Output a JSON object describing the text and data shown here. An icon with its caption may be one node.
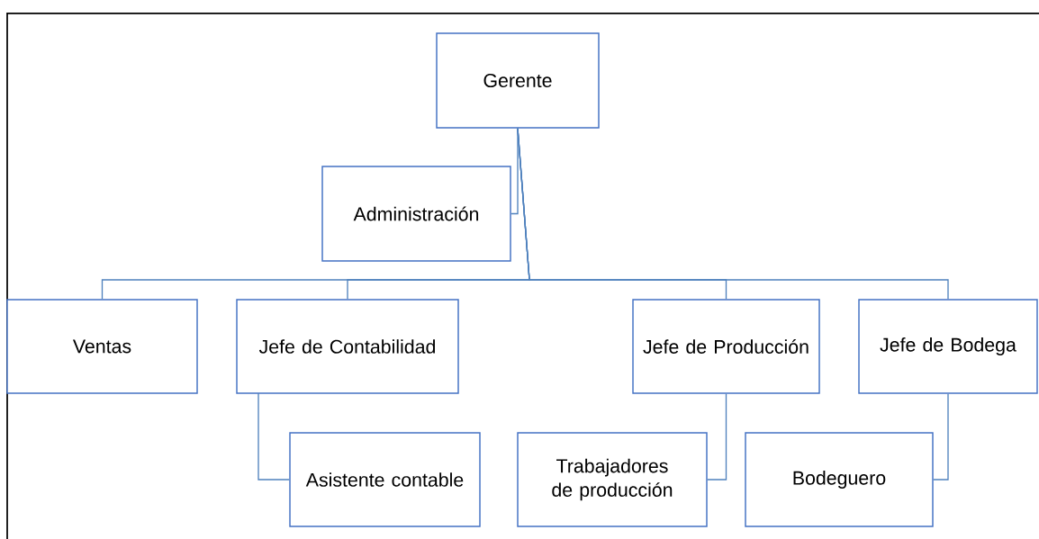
{
  "diagram": {
    "nodes": [
      {
        "text": [
          "Gerente"
        ]
      },
      {
        "text": [
          "Administración"
        ]
      },
      {
        "text": [
          "Ventas"
        ]
      },
      {
        "text": [
          "Jefe de Contabilidad"
        ]
      },
      {
        "text": [
          "Jefe de Producción"
        ]
      },
      {
        "text": [
          "Jefe de Bodega"
        ]
      },
      {
        "text": [
          "Asistente contable"
        ]
      },
      {
        "text": [
          "Trabajadores de producción"
        ]
      },
      {
        "text": [
          "Bodeguero"
        ]
      }
    ],
    "edges": [
      {
        "from": 0,
        "to": 1,
        "arrow": "none"
      },
      {
        "from": 0,
        "to": 2,
        "arrow": "none"
      },
      {
        "from": 0,
        "to": 3,
        "arrow": "none"
      },
      {
        "from": 0,
        "to": 4,
        "arrow": "none"
      },
      {
        "from": 0,
        "to": 5,
        "arrow": "none"
      },
      {
        "from": 3,
        "to": 6,
        "arrow": "none"
      },
      {
        "from": 4,
        "to": 7,
        "arrow": "none"
      },
      {
        "from": 5,
        "to": 8,
        "arrow": "none"
      }
    ]
  }
}
